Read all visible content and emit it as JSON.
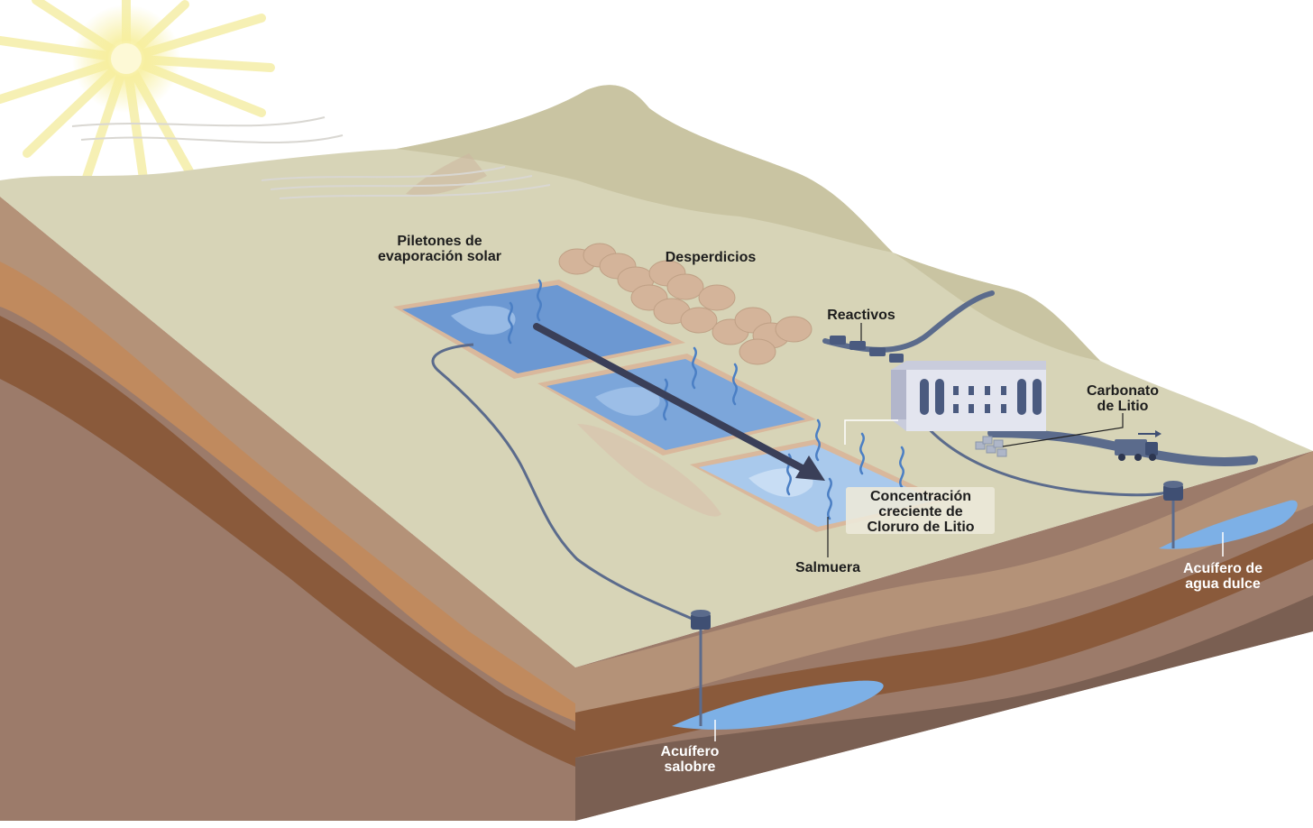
{
  "labels": {
    "ponds": [
      "Piletones de",
      "evaporación solar"
    ],
    "waste": "Desperdicios",
    "reagents": "Reactivos",
    "carbonate": [
      "Carbonato",
      "de Litio"
    ],
    "concentration": [
      "Concentración",
      "creciente de",
      "Cloruro de Litio"
    ],
    "brine": "Salmuera",
    "freshwater_aquifer": [
      "Acuífero de",
      "agua dulce"
    ],
    "brackish_aquifer": [
      "Acuífero",
      "salobre"
    ]
  },
  "colors": {
    "ground": "#d7d4b7",
    "mountain": "#cfcaa9",
    "pond_dark": "#6c98d2",
    "pond_light": "#a9c9ec",
    "pond_rim": "#d9b89c",
    "arrow": "#3a3f58",
    "pipe": "#5b6b8c",
    "soil_1": "#b49278",
    "soil_2": "#c08a5e",
    "soil_3": "#8a5a3b",
    "soil_4": "#9c7b6a",
    "aquifer": "#7db0e6",
    "building": "#c9ccdc",
    "sun": "#f4ec9c"
  }
}
